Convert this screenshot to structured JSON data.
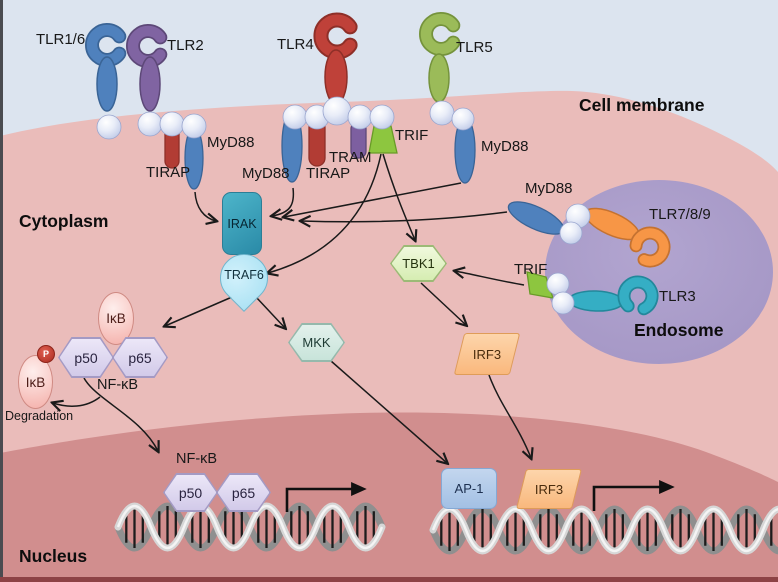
{
  "regions": {
    "cell_membrane": "Cell membrane",
    "cytoplasm": "Cytoplasm",
    "endosome": "Endosome",
    "nucleus": "Nucleus"
  },
  "receptors": {
    "tlr1_6": "TLR1/6",
    "tlr2": "TLR2",
    "tlr4": "TLR4",
    "tlr5": "TLR5",
    "tlr7_8_9": "TLR7/8/9",
    "tlr3": "TLR3"
  },
  "adapters": {
    "myd88": "MyD88",
    "tirap": "TIRAP",
    "tram": "TRAM",
    "trif": "TRIF"
  },
  "signaling": {
    "irak": "IRAK",
    "traf6": "TRAF6",
    "tbk1": "TBK1",
    "mkk": "MKK",
    "irf3": "IRF3"
  },
  "nfkb_complex": {
    "ikb": "IκB",
    "phospho": "P",
    "p50": "p50",
    "p65": "p65",
    "label": "NF-κB",
    "degradation": "Degradation"
  },
  "nucleus_factors": {
    "nfkb": "NF-κB",
    "p50": "p50",
    "p65": "p65",
    "ap1": "AP-1",
    "irf3": "IRF3"
  },
  "colors": {
    "extracellular": "#dce4ef",
    "cell": "#eabcba",
    "nucleus_region": "#d18e8e",
    "endosome_region": "#a99bc8",
    "tlr_blue": "#4f81bd",
    "tlr_purple": "#8064a2",
    "tlr_red": "#bf4139",
    "tlr_green": "#9bbb59",
    "tlr_orange": "#f79646",
    "tlr_teal": "#35aec4",
    "trif_green": "#8dc63f",
    "irak_teal": "#2f96ad",
    "traf6_cyan": "#b5e9f8",
    "tbk1_fill": "#ddf0c0",
    "mkk_fill": "#cfe7e0",
    "irf3_fill": "#fbc491",
    "ap1_fill": "#abc6e7",
    "nfkb_hex_fill": "#ded7f1",
    "ikb_fill": "#f7c3be",
    "phospho_red": "#c23b2e",
    "arrow": "#1a1a1a"
  }
}
